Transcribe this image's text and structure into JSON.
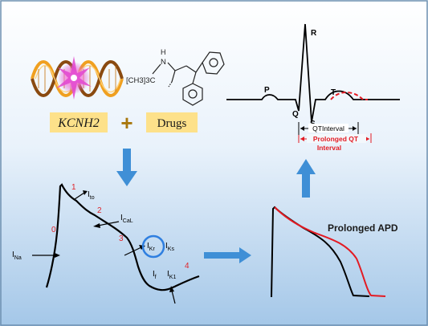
{
  "gene": {
    "label": "KCNH2"
  },
  "plus_sign": "+",
  "drugs": {
    "label": "Drugs"
  },
  "drug_structure": {
    "group_left": "[CH3]3C",
    "group_nh": "H",
    "group_n": "N"
  },
  "ecg": {
    "waves": {
      "p": "P",
      "q": "Q",
      "r": "R",
      "s": "S",
      "t": "T"
    },
    "qt_label": "QTInterval",
    "prolonged_label_line1": "Prolonged QT",
    "prolonged_label_line2": "Interval"
  },
  "action_potential": {
    "phases": [
      "0",
      "1",
      "2",
      "3",
      "4"
    ],
    "currents": {
      "ina": {
        "main": "I",
        "sub": "Na"
      },
      "ito": {
        "main": "I",
        "sub": "to"
      },
      "ical": {
        "main": "I",
        "sub": "CaL"
      },
      "ikr": {
        "main": "I",
        "sub": "Kr"
      },
      "iks": {
        "main": "I",
        "sub": "Ks"
      },
      "if": {
        "main": "I",
        "sub": "f"
      },
      "ik1": {
        "main": "I",
        "sub": "K1"
      }
    }
  },
  "apd": {
    "label": "Prolonged APD"
  },
  "colors": {
    "label_box": "#fde18a",
    "arrow_blue": "#3f8fd6",
    "prolonged": "#e31b23",
    "phase_number": "#e0242a",
    "ikr_circle": "#2f7fe0",
    "trace": "#000000",
    "background_top": "#ffffff",
    "background_bottom": "#9fc3e6"
  },
  "icons": [
    "dna-helix-icon",
    "mutation-star-icon",
    "down-arrow-icon",
    "up-arrow-icon",
    "right-arrow-icon"
  ]
}
